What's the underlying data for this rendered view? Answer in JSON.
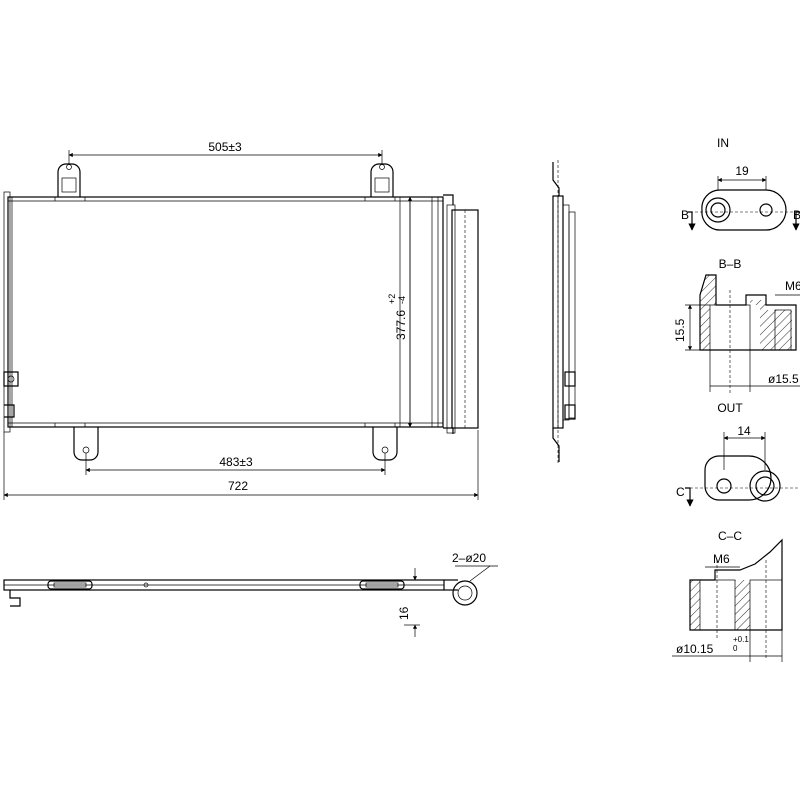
{
  "front_view": {
    "dim_top": "505±3",
    "dim_height_value": "377.6",
    "dim_height_tol_upper": "+2",
    "dim_height_tol_lower": "-4",
    "dim_bracket_bottom": "483±3",
    "dim_width": "722"
  },
  "bottom_view": {
    "dim_holes": "2–ø20",
    "dim_thickness": "16"
  },
  "in_port": {
    "title": "IN",
    "dim_spacing": "19",
    "section_mark": "B",
    "section_title": "B–B",
    "dim_height": "15.5",
    "dim_thread": "M6",
    "dim_diameter": "ø15.5"
  },
  "out_port": {
    "title": "OUT",
    "dim_spacing": "14",
    "section_mark": "C",
    "section_title": "C–C",
    "dim_thread": "M6",
    "dim_diameter": "ø10.15",
    "dim_tol_upper": "+0.1",
    "dim_tol_lower": "0"
  }
}
